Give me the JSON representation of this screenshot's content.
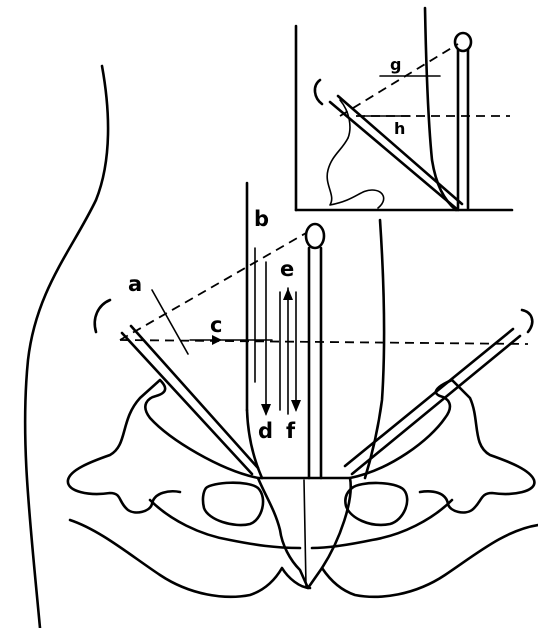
{
  "labels": {
    "a": "a",
    "b": "b",
    "c": "c",
    "d": "d",
    "e": "e",
    "f": "f",
    "g": "g",
    "h": "h"
  },
  "colors": {
    "ink": "#000000",
    "paper": "#ffffff"
  }
}
